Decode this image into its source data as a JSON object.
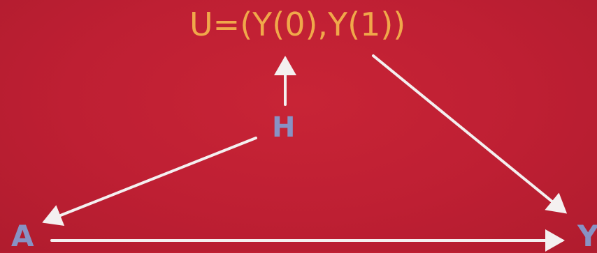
{
  "diagram": {
    "nodes": {
      "u": "U=(Y(0),Y(1))",
      "h": "H",
      "a": "A",
      "y": "Y"
    },
    "edges": [
      {
        "from": "H",
        "to": "U"
      },
      {
        "from": "H",
        "to": "A"
      },
      {
        "from": "U",
        "to": "Y"
      },
      {
        "from": "A",
        "to": "Y"
      }
    ],
    "colors": {
      "background": "#be1f33",
      "u_label": "#f0a84a",
      "node_label": "#8892c4",
      "arrow": "#f4f0f0"
    }
  }
}
